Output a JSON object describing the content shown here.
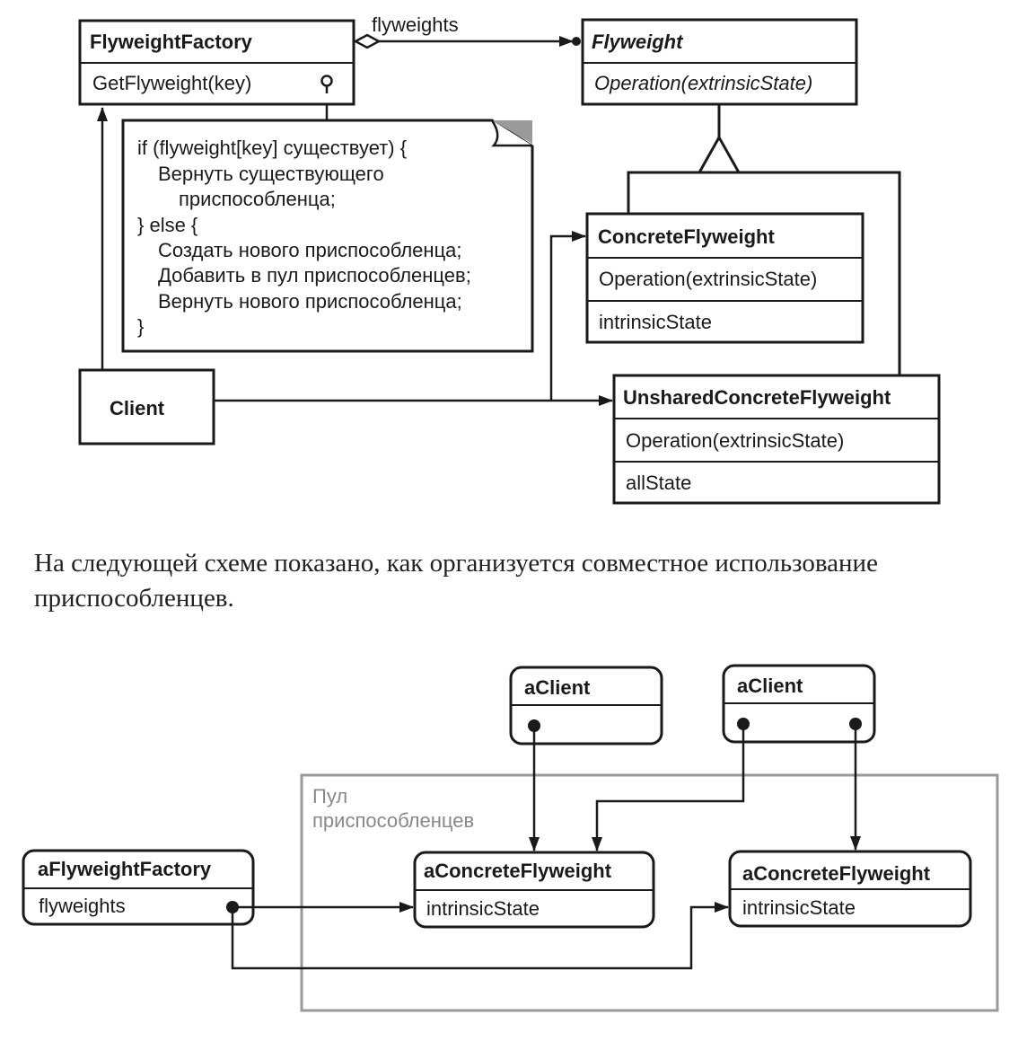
{
  "uml": {
    "factory": {
      "name": "FlyweightFactory",
      "op": "GetFlyweight(key)"
    },
    "flyweight": {
      "name": "Flyweight",
      "op": "Operation(extrinsicState)"
    },
    "concrete": {
      "name": "ConcreteFlyweight",
      "op": "Operation(extrinsicState)",
      "attr": "intrinsicState"
    },
    "unshared": {
      "name": "UnsharedConcreteFlyweight",
      "op": "Operation(extrinsicState)",
      "attr": "allState"
    },
    "client": {
      "name": "Client"
    },
    "assoc_label": "flyweights",
    "note_lines": [
      "if (flyweight[key] существует) {",
      "Вернуть существующего",
      "приспособленца;",
      "} else {",
      "Создать нового приспособленца;",
      "Добавить в пул приспособленцев;",
      "Вернуть нового приспособленца;",
      "}"
    ]
  },
  "paragraph": "На следующей схеме показано, как организуется совместное использование приспособленцев.",
  "objects": {
    "client1": {
      "name": "aClient"
    },
    "client2": {
      "name": "aClient"
    },
    "pool_label_1": "Пул",
    "pool_label_2": "приспособленцев",
    "factory": {
      "name": "aFlyweightFactory",
      "attr": "flyweights"
    },
    "cf1": {
      "name": "aConcreteFlyweight",
      "attr": "intrinsicState"
    },
    "cf2": {
      "name": "aConcreteFlyweight",
      "attr": "intrinsicState"
    }
  },
  "colors": {
    "line": "#1a1a1a",
    "pool_border": "#999999",
    "note_fold": "#9a9a9a"
  }
}
